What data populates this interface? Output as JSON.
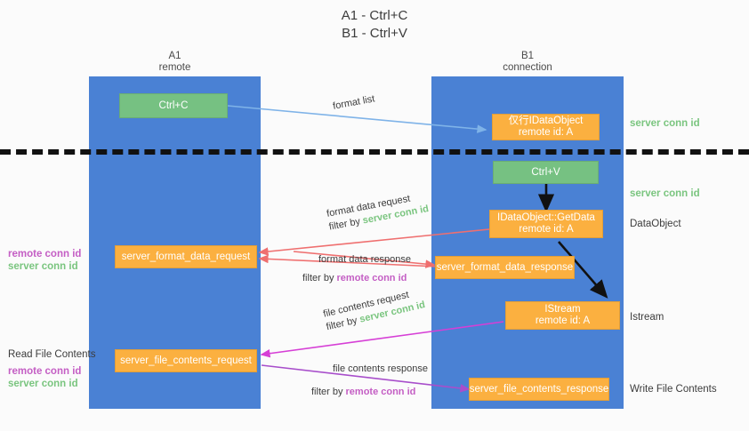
{
  "title": {
    "line1": "A1 - Ctrl+C",
    "line2": "B1 - Ctrl+V"
  },
  "columns": [
    {
      "name": "A1",
      "sub": "remote"
    },
    {
      "name": "B1",
      "sub": "connection"
    }
  ],
  "nodes": {
    "ctrl_c": "Ctrl+C",
    "ctrl_v": "Ctrl+V",
    "idataobject_top": {
      "line1": "仅行IDataObject",
      "line2": "remote id: A"
    },
    "getdata": {
      "line1": "IDataObject::GetData",
      "line2": "remote id: A"
    },
    "istream": {
      "line1": "IStream",
      "line2": "remote id: A"
    },
    "server_format_data_request": "server_format_data_request",
    "server_format_data_response": "server_format_data_response",
    "server_file_contents_request": "server_file_contents_request",
    "server_file_contents_response": "server_file_contents_response"
  },
  "right_labels": {
    "server_conn_id_1": "server conn id",
    "server_conn_id_2": "server conn id",
    "dataobject": "DataObject",
    "istream": "Istream",
    "write_file_contents": "Write File Contents"
  },
  "left_labels": {
    "remote_conn_id_1": "remote conn id",
    "server_conn_id_1": "server conn id",
    "read_file_contents": "Read File Contents",
    "remote_conn_id_2": "remote conn id",
    "server_conn_id_2": "server conn id"
  },
  "edges": {
    "format_list": "format list",
    "format_data_request": "format data request",
    "format_data_request_filter_prefix": "filter by ",
    "format_data_request_filter_key": "server conn id",
    "format_data_response": "format data response",
    "format_data_response_filter_prefix": "filter by ",
    "format_data_response_filter_key": "remote conn id",
    "file_contents_request": "file contents request",
    "file_contents_request_filter_prefix": "filter by ",
    "file_contents_request_filter_key": "server conn id",
    "file_contents_response": "file contents response",
    "file_contents_response_filter_prefix": "filter by ",
    "file_contents_response_filter_key": "remote conn id"
  },
  "colors": {
    "lane": "#4a81d4",
    "green_box": "#76c182",
    "orange_box": "#fbb040",
    "server_conn_id": "#7ac57f",
    "remote_conn_id": "#c45ec4",
    "arrow_blue": "#7fb3e8",
    "arrow_red": "#ef6f6f",
    "arrow_magenta": "#d63fd6",
    "arrow_purple": "#a84ecb",
    "arrow_black": "#111111"
  }
}
